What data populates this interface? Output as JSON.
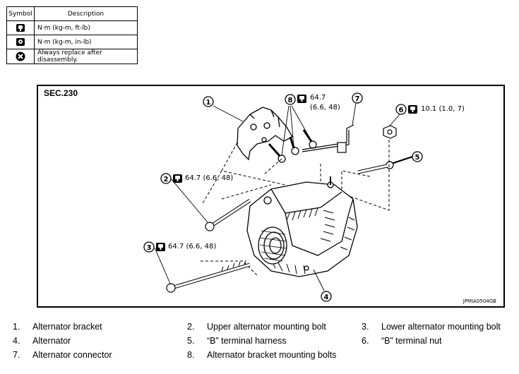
{
  "legend": {
    "header_symbol": "Symbol",
    "header_description": "Description",
    "rows": [
      {
        "icon": "torque-wrench-icon",
        "text": "N·m (kg-m, ft-lb)"
      },
      {
        "icon": "torque-wrench-inlb-icon",
        "text": "N·m (kg-m, in-lb)"
      },
      {
        "icon": "replace-icon",
        "text": "Always replace after disassembly."
      }
    ]
  },
  "diagram": {
    "section": "SEC.230",
    "image_id": "JPMIA0504GB",
    "callouts": [
      {
        "num": "1",
        "torque": ""
      },
      {
        "num": "2",
        "torque": "64.7 (6.6, 48)"
      },
      {
        "num": "3",
        "torque": "64.7 (6.6, 48)"
      },
      {
        "num": "4",
        "torque": ""
      },
      {
        "num": "5",
        "torque": ""
      },
      {
        "num": "6",
        "torque": "10.1 (1.0, 7)"
      },
      {
        "num": "7",
        "torque": ""
      },
      {
        "num": "8",
        "torque_line1": "64.7",
        "torque_line2": "(6.6, 48)"
      }
    ]
  },
  "parts": [
    {
      "num": "1.",
      "name": "Alternator bracket"
    },
    {
      "num": "2.",
      "name": "Upper alternator mounting bolt"
    },
    {
      "num": "3.",
      "name": "Lower alternator mounting bolt"
    },
    {
      "num": "4.",
      "name": "Alternator"
    },
    {
      "num": "5.",
      "name": "“B” terminal harness"
    },
    {
      "num": "6.",
      "name": "“B” terminal nut"
    },
    {
      "num": "7.",
      "name": "Alternator connector"
    },
    {
      "num": "8.",
      "name": "Alternator bracket mounting bolts"
    }
  ]
}
